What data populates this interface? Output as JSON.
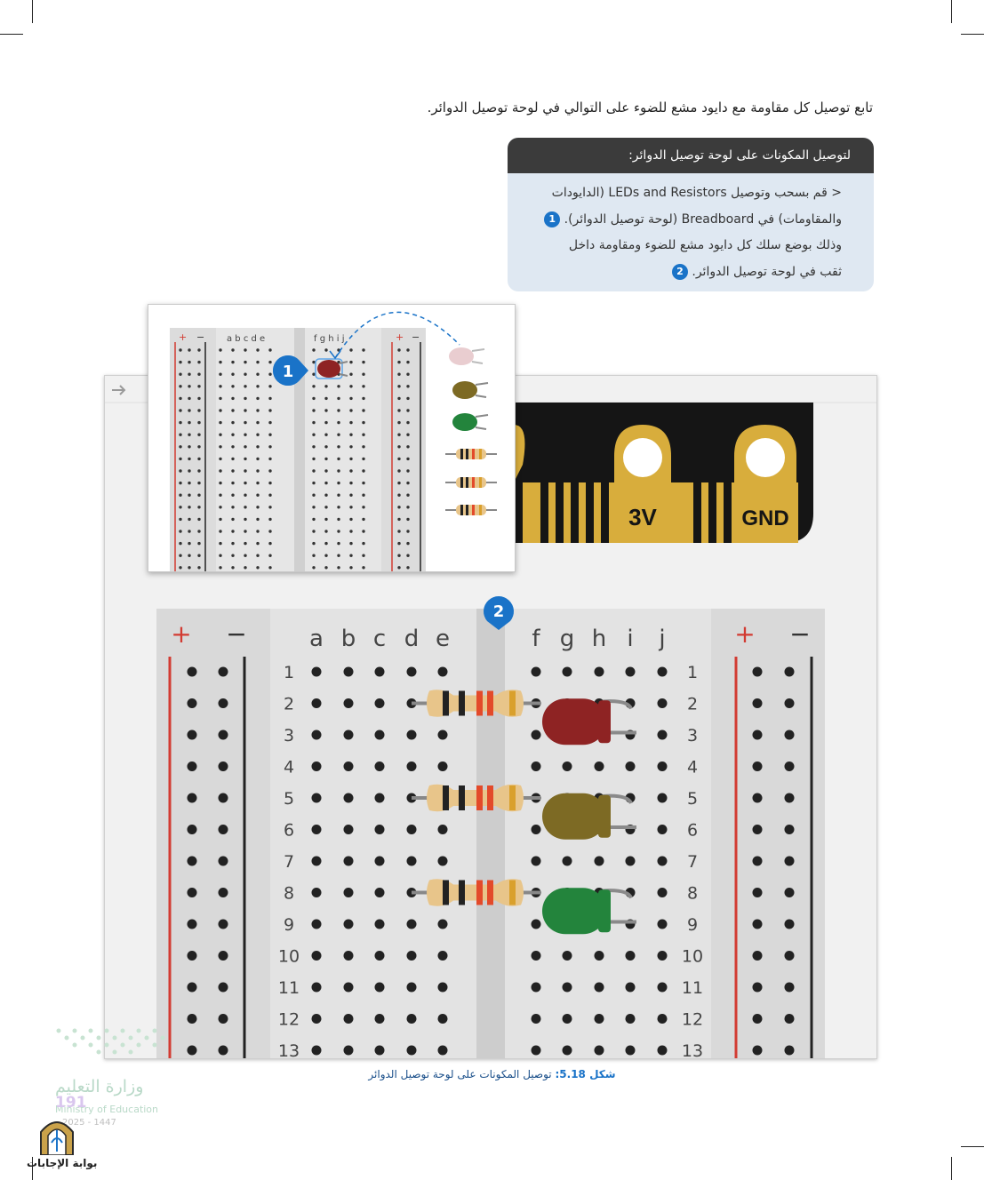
{
  "page": {
    "intro": "تابع توصيل كل مقاومة مع دايود مشع للضوء على التوالي في لوحة توصيل الدوائر.",
    "box": {
      "heading": "لتوصيل المكونات على لوحة توصيل الدوائر:",
      "line1": "< قم بسحب وتوصيل LEDs and Resistors (الدايودات",
      "line2": "والمقاومات) في Breadboard (لوحة توصيل الدوائر).",
      "line3": "وذلك بوضع سلك كل دايود مشع للضوء ومقاومة داخل",
      "line4": "ثقب في لوحة توصيل الدوائر.",
      "badge1": "1",
      "badge2": "2"
    },
    "caption_fig": "شكل 5.18:",
    "caption_text": "توصيل المكونات على لوحة توصيل الدوائر",
    "page_number": "191",
    "ministry_ar": "وزارة التعليم",
    "ministry_en": "Ministry of Education",
    "year": "2025 - 1447",
    "site_logo_text": "بوابة الإجابات"
  },
  "microbit": {
    "pin1": "3V",
    "pin2": "GND"
  },
  "breadboard": {
    "plus": "+",
    "minus": "−",
    "cols_left": [
      "a",
      "b",
      "c",
      "d",
      "e"
    ],
    "cols_right": [
      "f",
      "g",
      "h",
      "i",
      "j"
    ],
    "rows": [
      "1",
      "2",
      "3",
      "4",
      "5",
      "6",
      "7",
      "8",
      "9",
      "10",
      "11",
      "12",
      "13"
    ],
    "marker": "2"
  },
  "inset": {
    "plus": "+",
    "minus": "−",
    "cols_left": "a b c d e",
    "cols_right": "f g h i j",
    "marker": "1"
  },
  "colors": {
    "led_red": "#8e2323",
    "led_yellow": "#7d6a24",
    "led_green": "#23843c",
    "led_pink": "#e9cdd0",
    "accent_blue": "#1a73c8",
    "board_gold": "#d8ad3c"
  }
}
